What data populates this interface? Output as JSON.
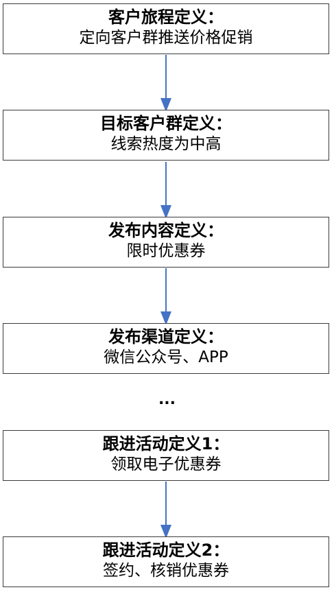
{
  "steps": [
    {
      "title": "客户旅程定义：",
      "desc": "定向客户群推送价格促销"
    },
    {
      "title": "目标客户群定义：",
      "desc": "线索热度为中高"
    },
    {
      "title": "发布内容定义：",
      "desc": "限时优惠券"
    },
    {
      "title": "发布渠道定义：",
      "desc": "微信公众号、APP"
    },
    {
      "title": "跟进活动定义1：",
      "desc": "领取电子优惠券"
    },
    {
      "title": "跟进活动定义2：",
      "desc": "签约、核销优惠券"
    }
  ],
  "ellipsis": "...",
  "colors": {
    "arrow": "#4472c4",
    "border": "#3a3a3a"
  }
}
